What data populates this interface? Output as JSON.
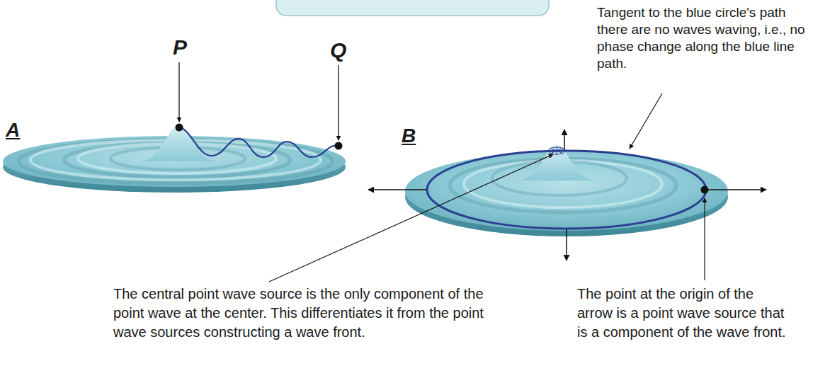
{
  "diagram": {
    "labels": [
      "A",
      "P",
      "Q",
      "B",
      "Tangent to the blue circle's path there are no waves waving, i.e., no phase change along the blue line path.",
      "The central point wave source is the only component of the point wave at the center. This differentiates it from the point wave sources constructing a wave front.",
      "The point at the origin of the arrow is a point wave source that is a component of the wave front."
    ]
  }
}
